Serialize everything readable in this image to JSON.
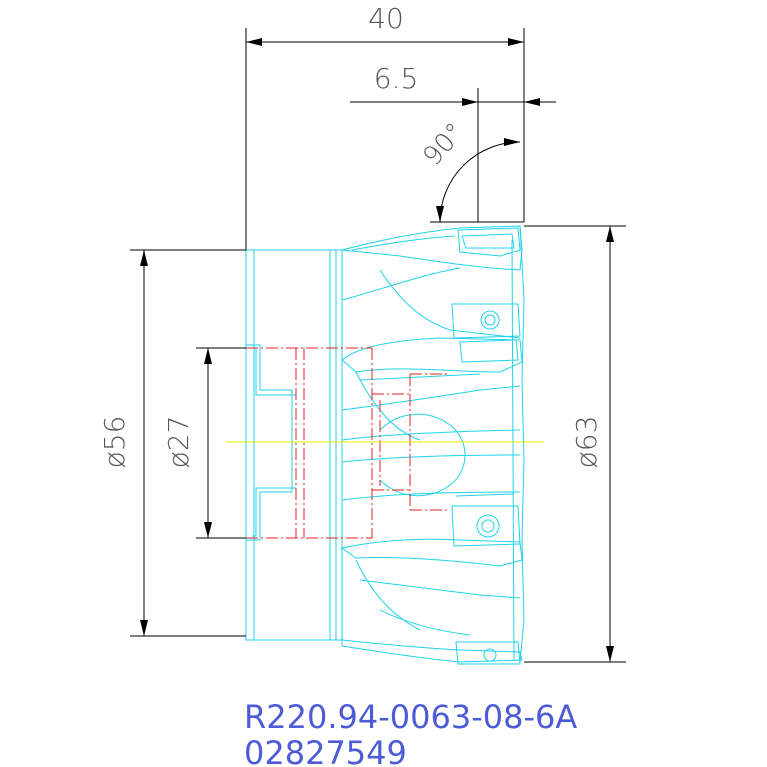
{
  "dimensions": {
    "overall_length": "40",
    "insert_offset": "6.5",
    "entering_angle": "90°",
    "bore_diameter": "ø27",
    "body_diameter": "ø56",
    "cutting_diameter": "ø63"
  },
  "title_block": {
    "part_number": "R220.94-0063-08-6A",
    "order_code": "02827549"
  },
  "colors": {
    "geometry": "#1fd3ea",
    "hidden_lines": "#e02020",
    "centerline": "#e8e800",
    "dimension": "#000000",
    "title": "#4d5bd6"
  }
}
